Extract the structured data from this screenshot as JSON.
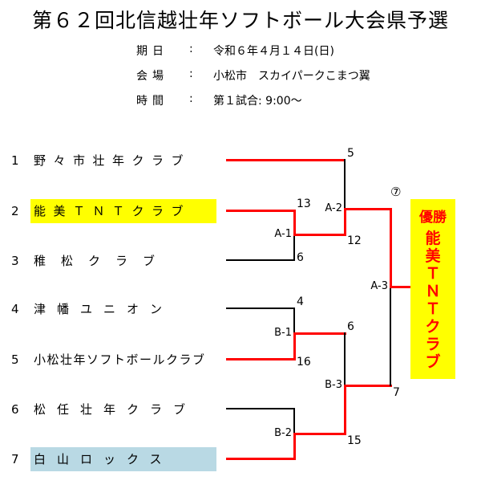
{
  "header": {
    "title": "第６２回北信越壮年ソフトボール大会県予選",
    "info": [
      {
        "label": "期日",
        "colon": ":",
        "value": "令和６年４月１４日(日)"
      },
      {
        "label": "会場",
        "colon": ":",
        "value": "小松市　スカイパークこまつ翼"
      },
      {
        "label": "時間",
        "colon": ":",
        "value": "第１試合: 9:00〜"
      }
    ]
  },
  "bracket": {
    "teams": [
      {
        "seed": "1",
        "name": "野々市壮年クラブ",
        "highlight": "none",
        "advanced": true
      },
      {
        "seed": "2",
        "name": "能美ＴＮＴクラブ",
        "highlight": "yellow",
        "advanced": true
      },
      {
        "seed": "3",
        "name": "稚松クラブ",
        "highlight": "none",
        "advanced": false
      },
      {
        "seed": "4",
        "name": "津幡ユニオン",
        "highlight": "none",
        "advanced": false
      },
      {
        "seed": "5",
        "name": "小松壮年ソフトボールクラブ",
        "highlight": "none",
        "advanced": true
      },
      {
        "seed": "6",
        "name": "松任壮年クラブ",
        "highlight": "none",
        "advanced": false
      },
      {
        "seed": "7",
        "name": "白山ロックス",
        "highlight": "blue",
        "advanced": true
      }
    ],
    "matches": [
      {
        "id": "A-1",
        "label": "A-1"
      },
      {
        "id": "A-2",
        "label": "A-2"
      },
      {
        "id": "A-3",
        "label": "A-3"
      },
      {
        "id": "B-1",
        "label": "B-1"
      },
      {
        "id": "B-2",
        "label": "B-2"
      },
      {
        "id": "B-3",
        "label": "B-3"
      }
    ],
    "scores": {
      "a1_top": "13",
      "a1_bottom": "6",
      "a2_top": "5",
      "a2_bottom": "12",
      "b1_top": "4",
      "b1_bottom": "16",
      "b3_top": "6",
      "b3_bottom": "15",
      "final": "7"
    },
    "game_number": "⑦"
  },
  "champion": {
    "title": "優勝",
    "team_chars": [
      "能",
      "美",
      "Ｔ",
      "Ｎ",
      "Ｔ",
      "ク",
      "ラ",
      "ブ"
    ],
    "colors": {
      "background": "#ffff00",
      "text": "#ff0000"
    }
  },
  "colors": {
    "advanced_line": "#ff0000",
    "eliminated_line": "#000000",
    "highlight_yellow": "#ffff00",
    "highlight_blue": "#b9d9e4"
  }
}
